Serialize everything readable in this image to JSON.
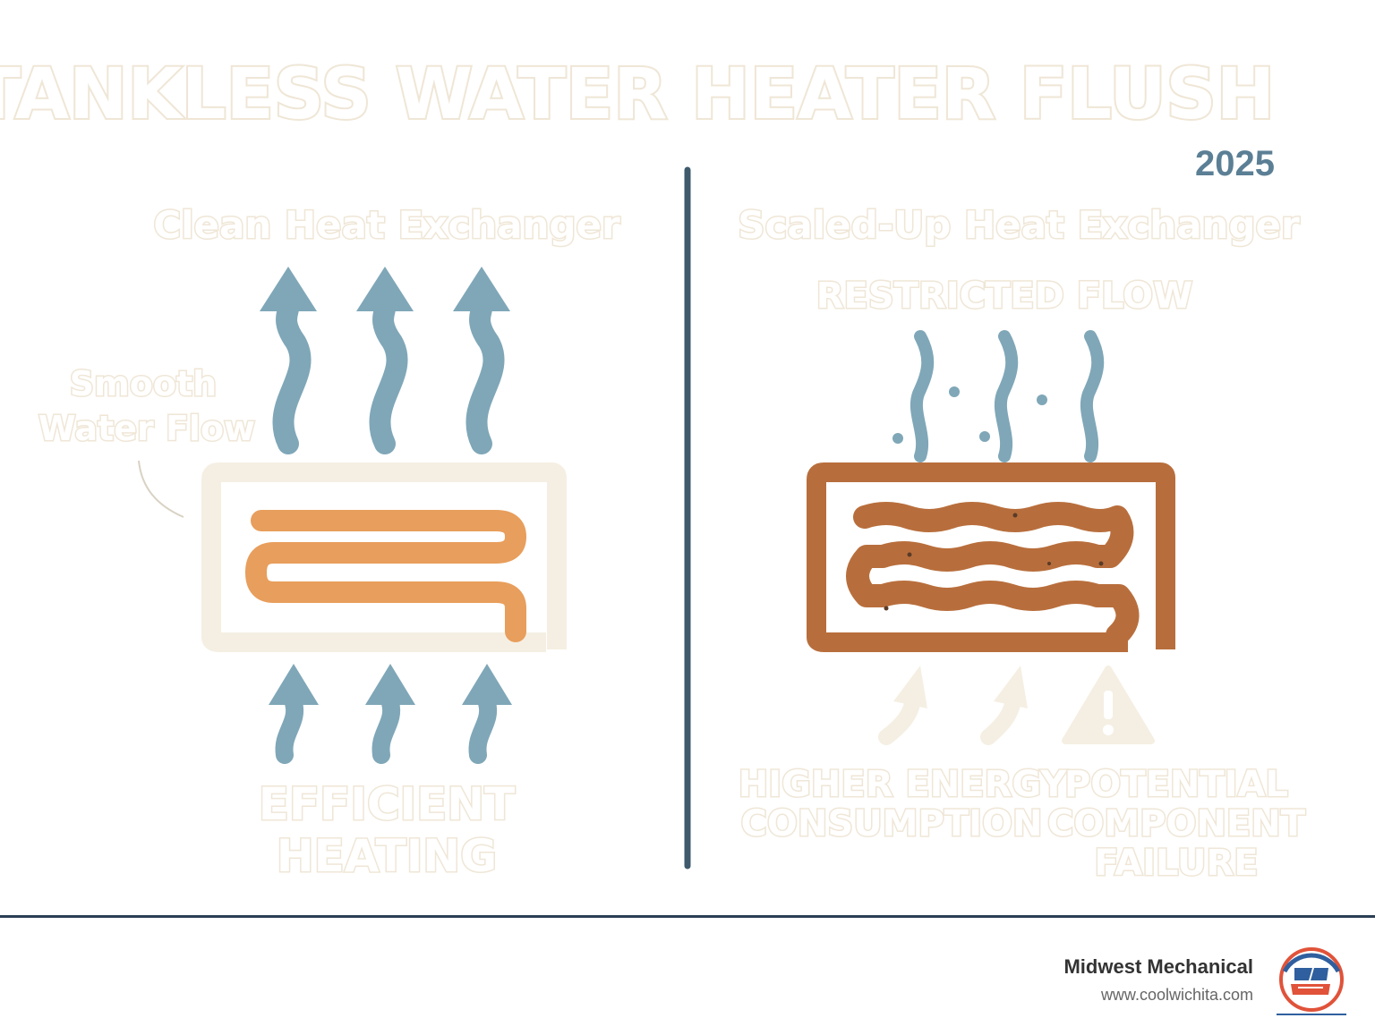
{
  "title": "TANKLESS WATER HEATER FLUSH",
  "year": "2025",
  "left_panel": {
    "heading": "Clean Heat Exchanger",
    "callout_line1": "Smooth",
    "callout_line2": "Water Flow",
    "result_line1": "EFFICIENT",
    "result_line2": "HEATING"
  },
  "right_panel": {
    "heading": "Scaled-Up Heat Exchanger",
    "flow_label": "RESTRICTED FLOW",
    "result1_line1": "HIGHER ENERGY",
    "result1_line2": "CONSUMPTION",
    "result2_line1": "POTENTIAL",
    "result2_line2": "COMPONENT",
    "result2_line3": "FAILURE"
  },
  "footer": {
    "company": "Midwest Mechanical",
    "url": "www.coolwichita.com"
  },
  "colors": {
    "arrow_blue": "#7fa7b8",
    "clean_coil": "#e89e5c",
    "scaled_coil": "#b86e3c",
    "frame_cream": "#f5efe3",
    "divider": "#3f5a6d",
    "year_text": "#5b7f95"
  },
  "icons": {
    "warning": "warning-triangle-icon",
    "logo": "midwest-mechanical-logo"
  }
}
